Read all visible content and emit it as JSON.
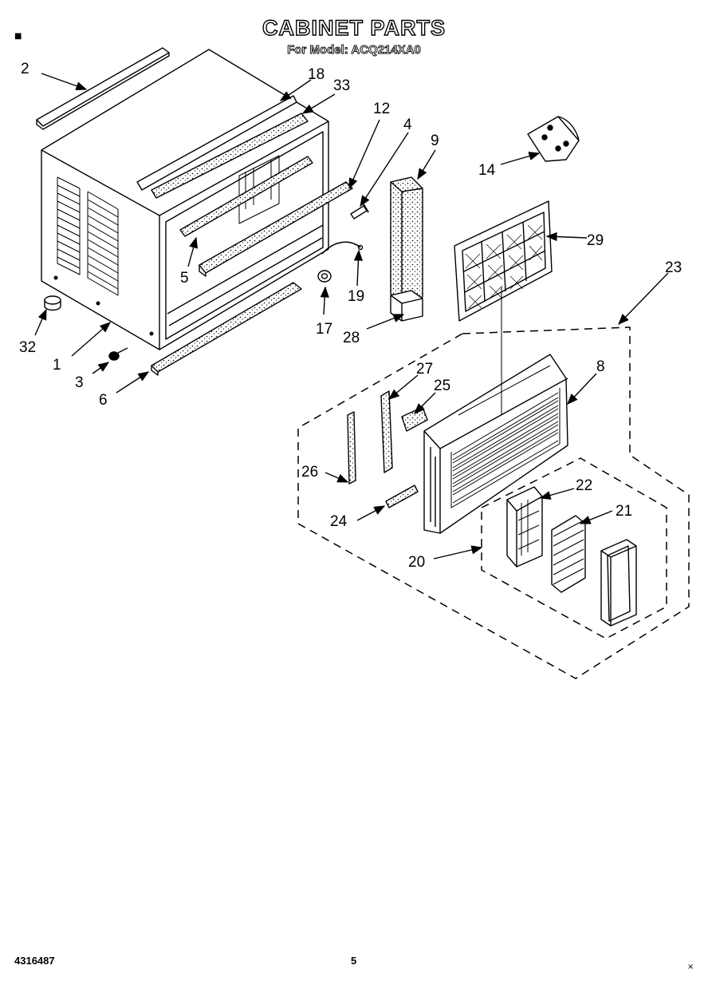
{
  "title": "CABINET PARTS",
  "subtitle": "For Model: ACQ214XA0",
  "footer": {
    "part_number": "4316487",
    "page": "5"
  },
  "marks": {
    "top_left": "■",
    "bottom_right": "×"
  },
  "callouts": {
    "c1": "1",
    "c2": "2",
    "c3": "3",
    "c4": "4",
    "c5": "5",
    "c6": "6",
    "c8": "8",
    "c9": "9",
    "c12": "12",
    "c14": "14",
    "c17": "17",
    "c18": "18",
    "c19": "19",
    "c20": "20",
    "c21": "21",
    "c22": "22",
    "c23": "23",
    "c24": "24",
    "c25": "25",
    "c26": "26",
    "c27": "27",
    "c28": "28",
    "c29": "29",
    "c32": "32",
    "c33": "33"
  }
}
